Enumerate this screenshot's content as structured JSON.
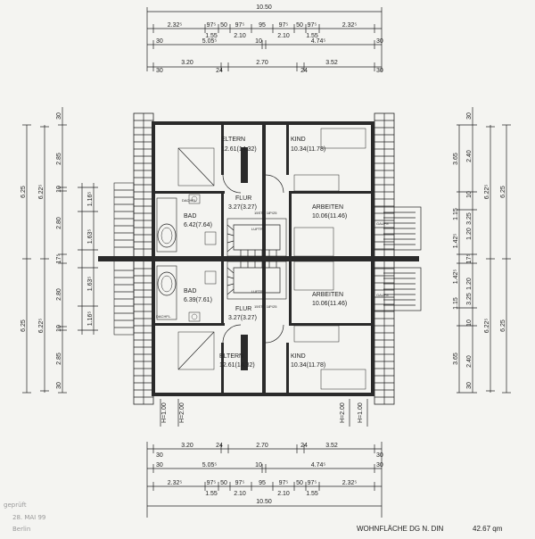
{
  "plan": {
    "top_dims": {
      "overall": "10.50",
      "row1": [
        "2.32⁵",
        "97⁵",
        "50",
        "97⁵",
        "95",
        "97⁵",
        "50",
        "97⁵",
        "2.32⁵"
      ],
      "row2": [
        "30",
        "1.55",
        "5.05⁵",
        "2.10",
        "10",
        "2.10",
        "1.55",
        "4.74⁵",
        "30"
      ],
      "row3": [
        "30",
        "3.20",
        "24",
        "2.70",
        "24",
        "3.52",
        "30"
      ]
    },
    "bottom_dims": {
      "overall": "10.50",
      "row1": [
        "30",
        "3.20",
        "24",
        "2.70",
        "24",
        "3.52",
        "30"
      ],
      "row2": [
        "30",
        "5.05⁵",
        "10",
        "4.74⁵",
        "30"
      ],
      "row3": [
        "2.32⁵",
        "97⁵",
        "50",
        "97⁵",
        "95",
        "97⁵",
        "50",
        "97⁵",
        "2.32⁵"
      ],
      "row4": [
        "1.55",
        "2.10",
        "2.10",
        "1.55"
      ]
    },
    "left_dims": {
      "outer": [
        "6.25",
        "6.25"
      ],
      "mid": [
        "6.22⁵",
        "6.22⁵"
      ],
      "inner": [
        "30",
        "2.85",
        "10",
        "2.80",
        "17⁵",
        "2.80",
        "10",
        "2.85",
        "30"
      ],
      "fine": [
        "1.16⁵",
        "1.63⁵",
        "1.63⁵",
        "1.16⁵"
      ]
    },
    "right_dims": {
      "outer": [
        "6.25",
        "6.25"
      ],
      "mid": [
        "6.22⁵",
        "6.22⁵"
      ],
      "inner": [
        "30",
        "3.65",
        "2.40",
        "1.15",
        "10",
        "3.25",
        "1.20",
        "1.42⁵",
        "17⁵",
        "1.42⁵",
        "1.20",
        "3.25",
        "1.15",
        "10",
        "2.40",
        "3.65",
        "30"
      ]
    },
    "rooms": [
      {
        "name": "ELTERN",
        "area": "12.61(14.32)"
      },
      {
        "name": "KIND",
        "area": "10.34(11.78)"
      },
      {
        "name": "FLUR",
        "area": "3.27(3.27)"
      },
      {
        "name": "BAD",
        "area": "6.42(7.64)"
      },
      {
        "name": "ARBEITEN",
        "area": "10.06(11.46)"
      },
      {
        "name": "BAD",
        "area": "6.39(7.61)"
      },
      {
        "name": "FLUR",
        "area": "3.27(3.27)"
      },
      {
        "name": "ARBEITEN",
        "area": "10.06(11.46)"
      },
      {
        "name": "ELTERN",
        "area": "12.61(14.32)"
      },
      {
        "name": "KIND",
        "area": "10.34(11.78)"
      }
    ],
    "small_labels": {
      "luftr": "LUFTR.",
      "gaupe": "GAUPE",
      "stair": "15STG 18⁵/25",
      "dachfl": "DACHFL."
    },
    "heights": [
      "H=1.00",
      "H=2.00",
      "H=2.00",
      "H=1.00"
    ]
  },
  "footer": {
    "label": "WOHNFLÄCHE DG N. DIN",
    "value": "42.67 qm"
  },
  "stamp": [
    "geprüft",
    "28. MAI 99",
    "Berlin"
  ]
}
